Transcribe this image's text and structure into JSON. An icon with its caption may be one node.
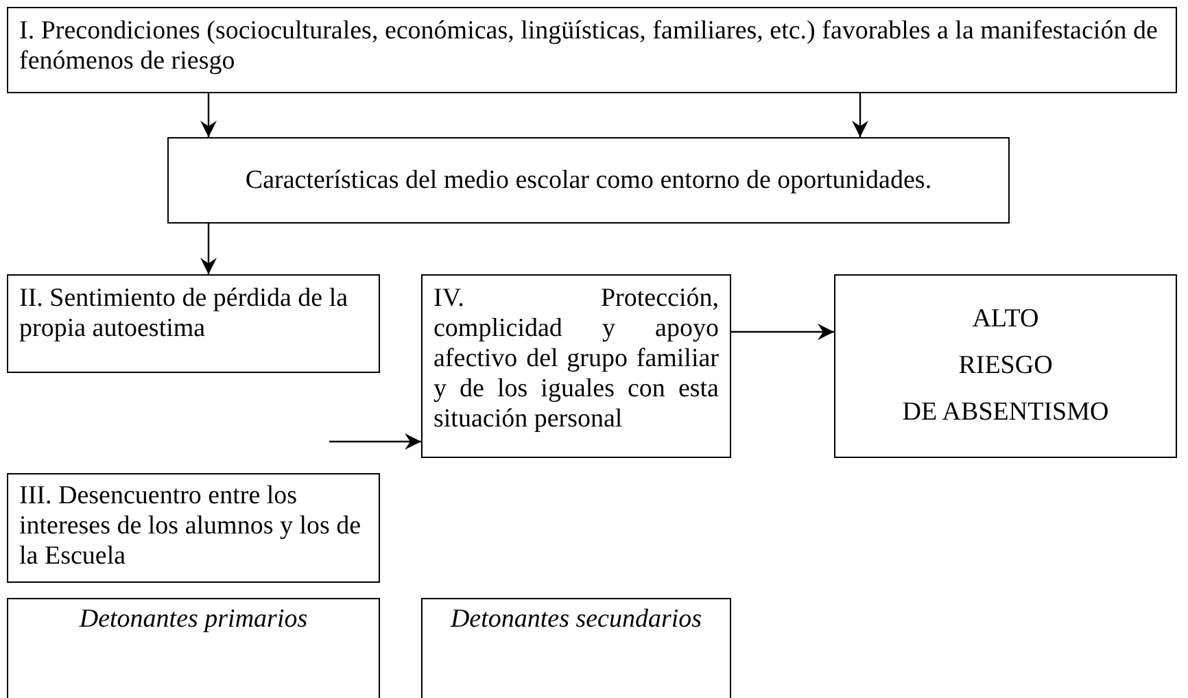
{
  "diagram": {
    "nodes": [
      {
        "text": [
          "I. Precondiciones (socioculturales, económicas, lingüísticas, familiares, etc.) favorables a la manifestación de fenómenos de riesgo"
        ]
      },
      {
        "text": [
          "Características del medio escolar como entorno de oportunidades."
        ]
      },
      {
        "text": [
          "II. Sentimiento de pérdida de la propia autoestima"
        ]
      },
      {
        "text": [
          "III. Desencuentro entre los intereses de los alumnos y los de la Escuela"
        ]
      },
      {
        "text": [
          "IV. Protección, complicidad y apoyo afectivo del grupo familiar y de los iguales con esta situación personal"
        ]
      },
      {
        "text": [
          "ALTO",
          "RIESGO",
          "DE ABSENTISMO"
        ]
      },
      {
        "text": [
          "Detonantes primarios"
        ]
      },
      {
        "text": [
          "Detonantes secundarios"
        ]
      }
    ],
    "edges": [
      {
        "from": 0,
        "to": 1,
        "arrow": "to"
      },
      {
        "from": 0,
        "to": 1,
        "arrow": "to"
      },
      {
        "from": 1,
        "to": 2,
        "arrow": "to"
      },
      {
        "from": null,
        "to": 4,
        "arrow": "to"
      },
      {
        "from": 4,
        "to": 5,
        "arrow": "to"
      }
    ]
  }
}
